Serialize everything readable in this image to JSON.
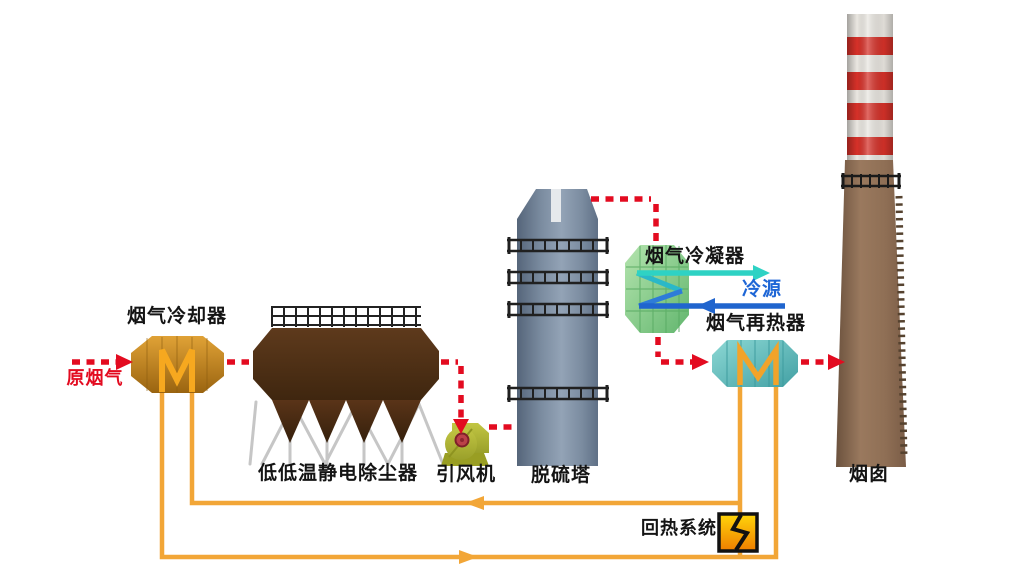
{
  "labels": {
    "raw_flue_gas": "原烟气",
    "cooler": "烟气冷却器",
    "esp": "低低温静电除尘器",
    "fan": "引风机",
    "tower": "脱硫塔",
    "condenser": "烟气冷凝器",
    "cold_source": "冷源",
    "reheater": "烟气再热器",
    "chimney": "烟囱",
    "heat_recovery": "回热系统"
  },
  "colors": {
    "flue_gas_dashed_red": "#e30b20",
    "heat_pipe_orange": "#f2a637",
    "cold_in_blue": "#2065ce",
    "cold_out_teal": "#2ed2c4",
    "cooler_body": "#c4891f",
    "esp_body": "#4e2d15",
    "fan_body": "#b1b52f",
    "tower_body": "#7e8ea0",
    "condenser_body": "#7cc482",
    "reheater_body": "#57b4b4",
    "chimney_red": "#d63129",
    "chimney_brown": "#8d6e55",
    "heat_box_yellow": "#ffc400"
  }
}
